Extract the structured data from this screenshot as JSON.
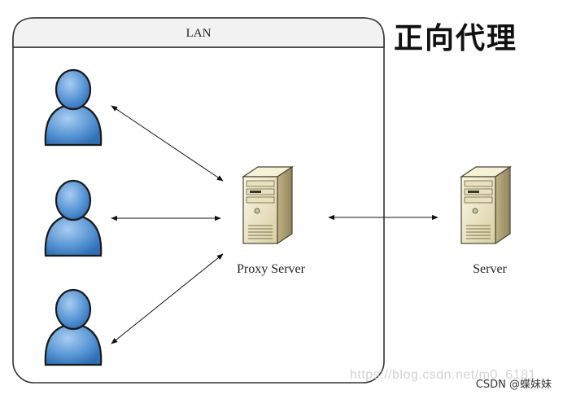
{
  "lan_label": "LAN",
  "title": "正向代理",
  "proxy_label": "Proxy Server",
  "server_label": "Server",
  "watermark_faint": "https://blog.csdn.net/m0_6181",
  "watermark": "CSDN @蝶妹妹",
  "colors": {
    "user_fill": "#4f8ed1",
    "user_stroke": "#1a1a1a",
    "server_front": "#efe7c2",
    "server_side": "#c9bd8f",
    "frame": "#333333"
  },
  "icons": [
    "user-icon",
    "server-icon",
    "double-arrow"
  ]
}
